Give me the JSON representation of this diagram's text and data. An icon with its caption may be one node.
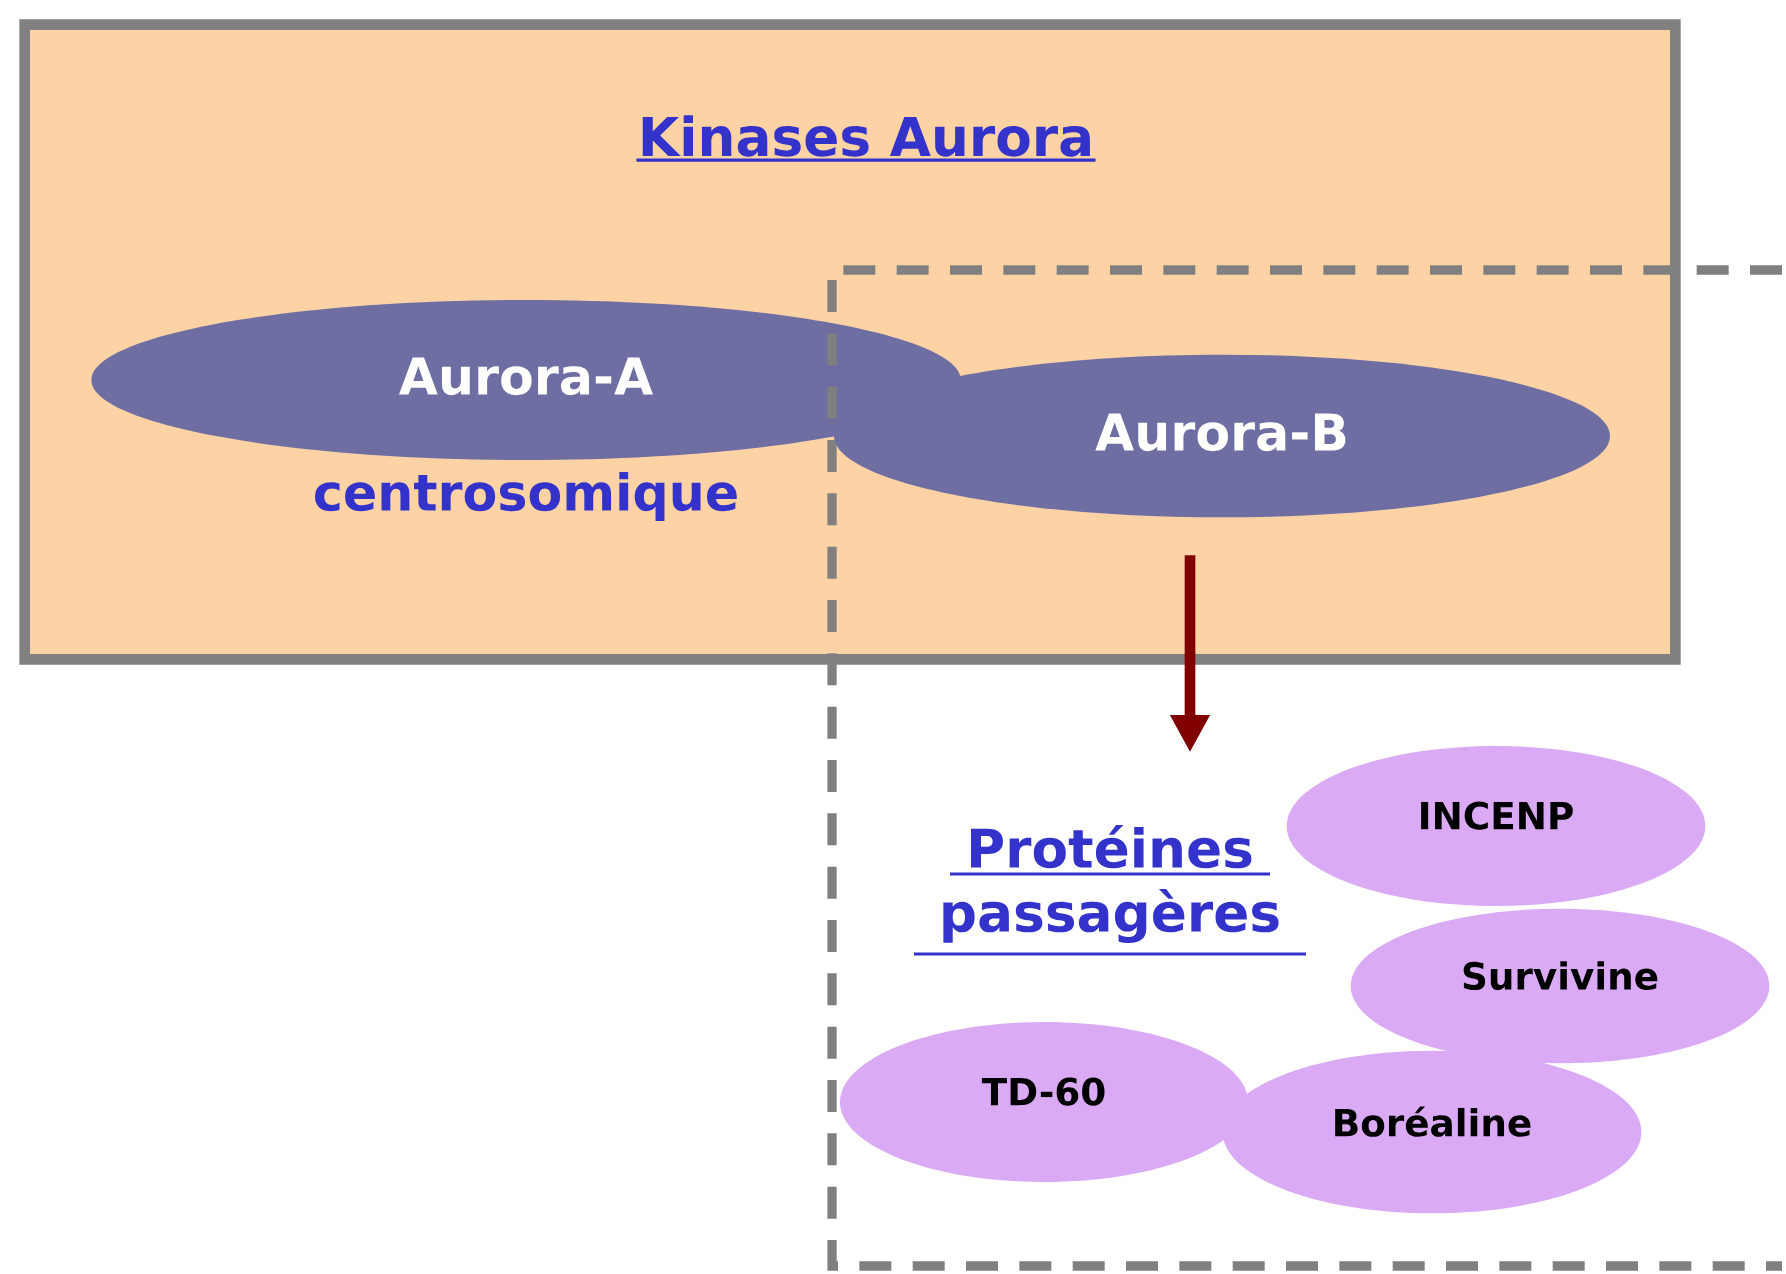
{
  "diagram": {
    "nodes": [
      {
        "text": [
          "Kinases Aurora"
        ]
      },
      {
        "text": [],
        "shape": "box"
      },
      {
        "text": [
          "Aurora-A"
        ],
        "in": 0,
        "beside": [
          "centrosomique"
        ]
      },
      {
        "text": [
          "Aurora-B"
        ]
      },
      {
        "text": [
          "Protéines passagères"
        ],
        "in": 1
      },
      {
        "text": [
          "INCENP"
        ],
        "in": 1
      },
      {
        "text": [
          "Survivine"
        ],
        "in": 1
      },
      {
        "text": [
          "TD-60"
        ],
        "in": 1
      },
      {
        "text": [
          "Boréaline"
        ],
        "in": 1
      }
    ],
    "edges": [
      {
        "from": 3,
        "to": 4,
        "arrow": "to"
      }
    ]
  }
}
